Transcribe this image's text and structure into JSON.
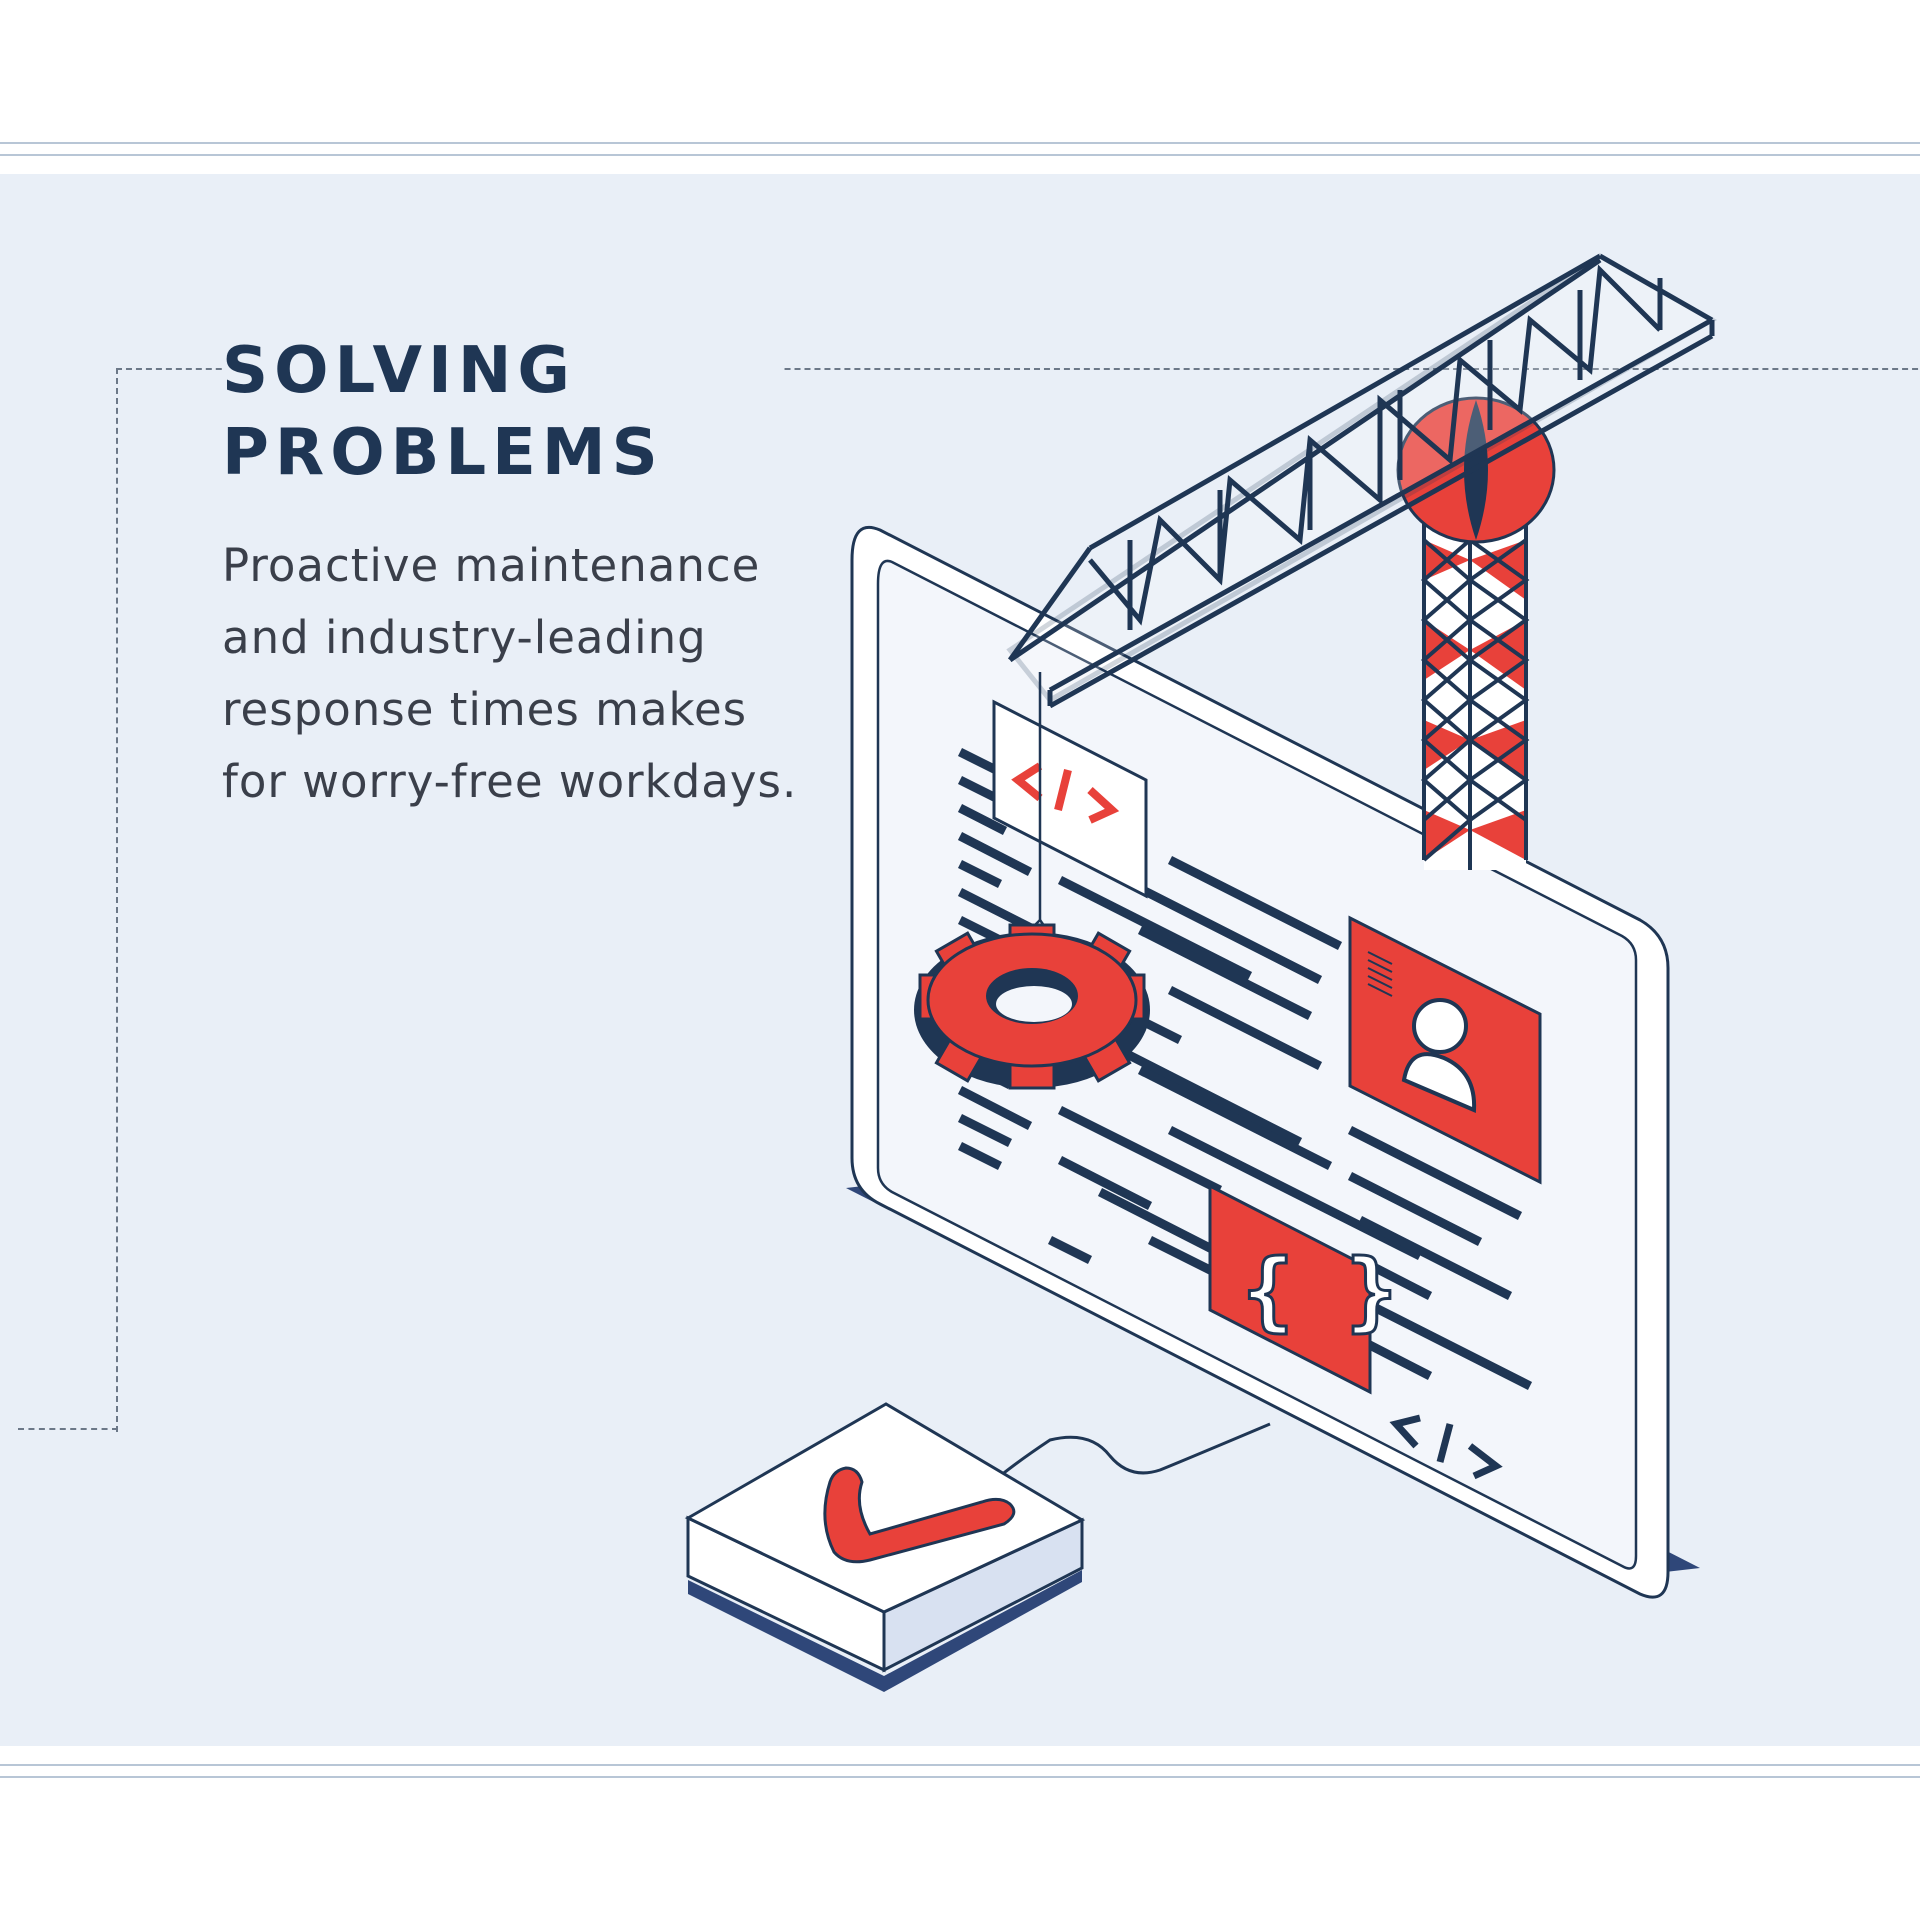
{
  "heading": {
    "line1": "SOLVING",
    "line2": "PROBLEMS"
  },
  "body": {
    "line1": "Proactive maintenance",
    "line2": "and industry-leading",
    "line3": "response times makes",
    "line4": "for worry-free workdays."
  },
  "illustration": {
    "icons": [
      "crane-icon",
      "monitor-icon",
      "gear-icon",
      "code-tag-icon",
      "user-profile-icon",
      "curly-braces-icon",
      "checkmark-button-icon"
    ],
    "code_tag_text": "</>",
    "braces_text": "{ }"
  },
  "colors": {
    "navy": "#1f3654",
    "red": "#e8413a",
    "panel_bg": "#e9eff7",
    "screen_bg": "#f3f6fb",
    "shadow": "#2f4779",
    "dash": "#6c7888"
  }
}
